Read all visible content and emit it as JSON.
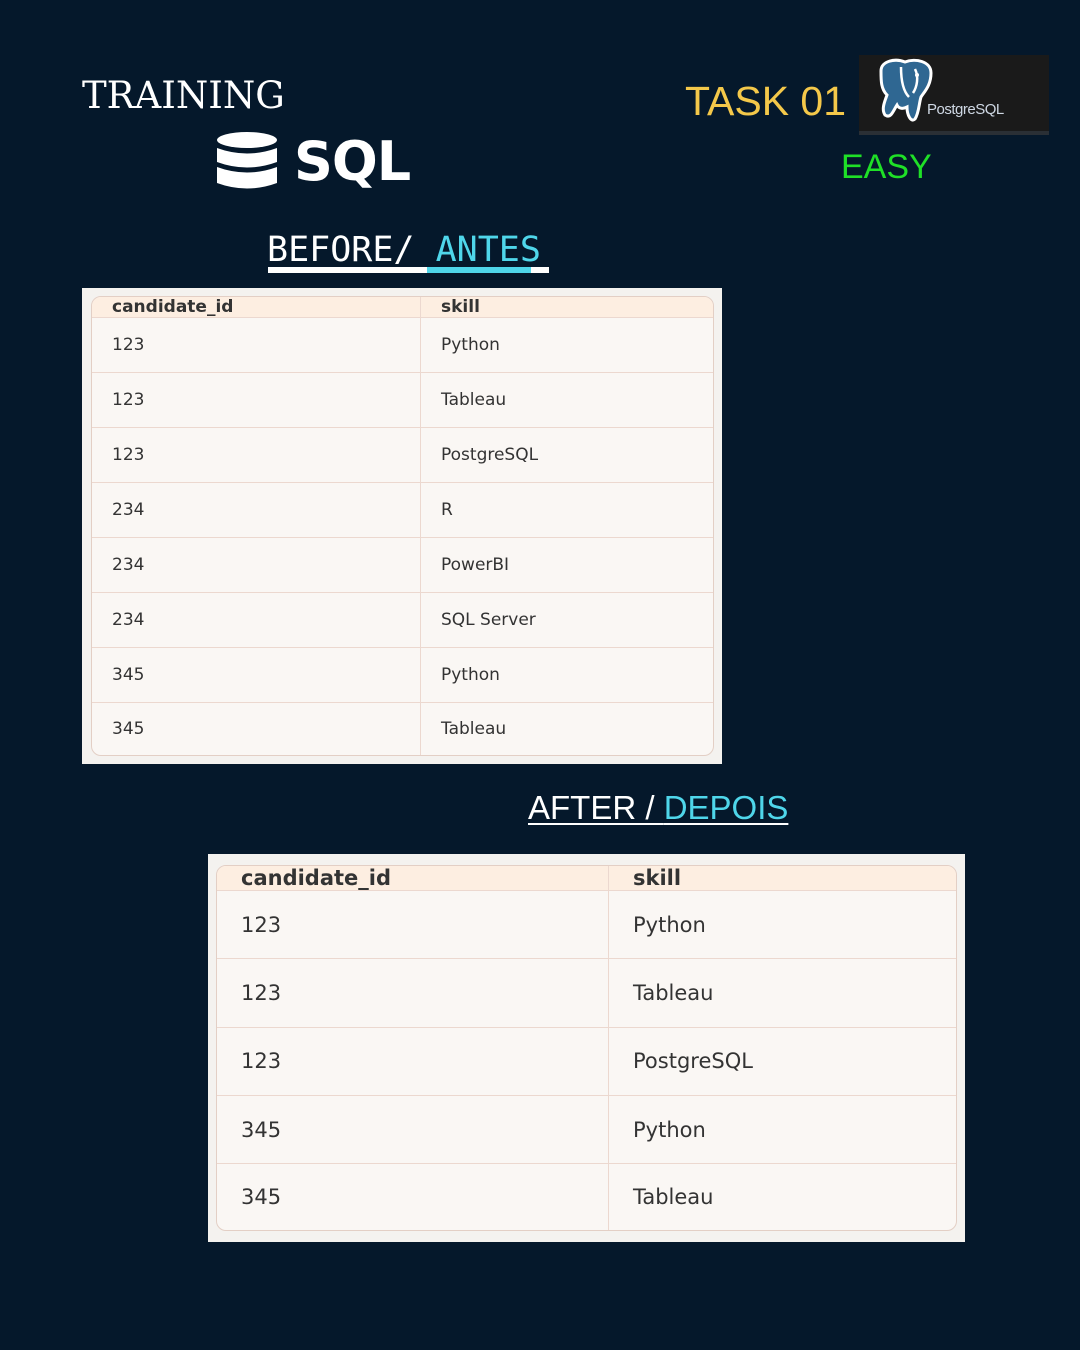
{
  "header": {
    "training_label": "TRAINING",
    "sql_logo_text": "SQL",
    "task_label": "TASK 01",
    "postgres_logo_text": "PostgreSQL",
    "difficulty": "EASY"
  },
  "before": {
    "heading_main": "BEFORE/ ",
    "heading_accent": "ANTES",
    "columns": [
      "candidate_id",
      "skill"
    ],
    "rows": [
      [
        "123",
        "Python"
      ],
      [
        "123",
        "Tableau"
      ],
      [
        "123",
        "PostgreSQL"
      ],
      [
        "234",
        "R"
      ],
      [
        "234",
        "PowerBI"
      ],
      [
        "234",
        "SQL Server"
      ],
      [
        "345",
        "Python"
      ],
      [
        "345",
        "Tableau"
      ]
    ]
  },
  "after": {
    "heading_main": "AFTER / ",
    "heading_accent": "DEPOIS",
    "columns": [
      "candidate_id",
      "skill"
    ],
    "rows": [
      [
        "123",
        "Python"
      ],
      [
        "123",
        "Tableau"
      ],
      [
        "123",
        "PostgreSQL"
      ],
      [
        "345",
        "Python"
      ],
      [
        "345",
        "Tableau"
      ]
    ]
  },
  "colors": {
    "background": "#05182b",
    "task": "#f4c84a",
    "easy": "#1fe027",
    "accent": "#4fd6ea",
    "table_header": "#fdeee1"
  },
  "icons": {
    "sql_logo": "database-icon",
    "postgres_logo": "postgresql-elephant-icon"
  }
}
